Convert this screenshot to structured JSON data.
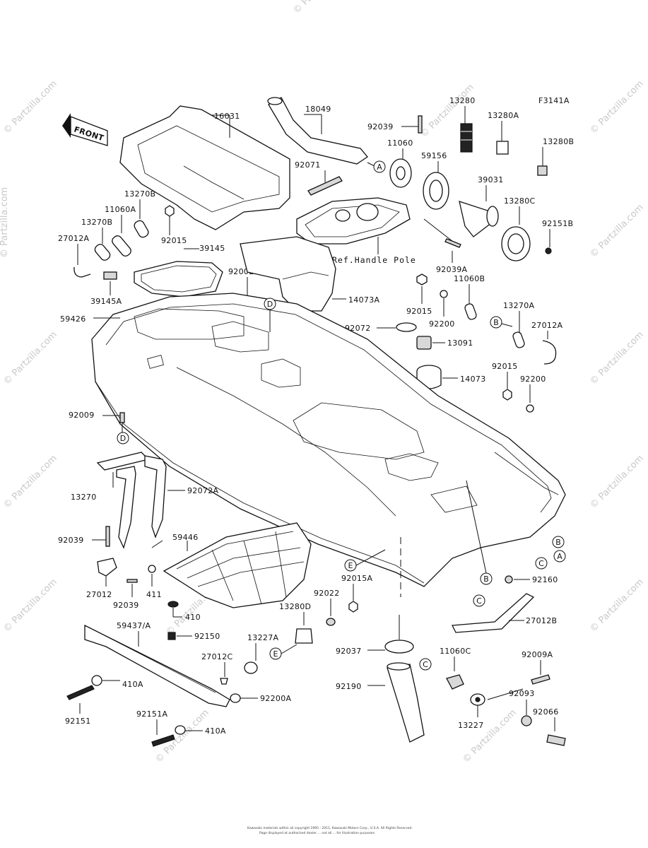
{
  "figure_code": "F3141A",
  "front_label": "FRONT",
  "ref_note": "Ref.Handle Pole",
  "watermark": "© Partzilla.com",
  "footer": "Kawasaki materials within ail copyright 1995 - 2011, Kawasaki Motors Corp., U.S.A.  All Rights Reserved.",
  "footer_2": "Page displayed at authorized dealer ... not all ... for illustration purposes",
  "callouts": [
    "A",
    "B",
    "C",
    "D",
    "E"
  ],
  "parts": {
    "p16031": "16031",
    "p18049": "18049",
    "p92039": "92039",
    "p13280": "13280",
    "p13280A": "13280A",
    "p13280B": "13280B",
    "p11060": "11060",
    "p59156": "59156",
    "p39031": "39031",
    "p13280C": "13280C",
    "p92151B": "92151B",
    "p92071": "92071",
    "p13270B": "13270B",
    "p11060A": "11060A",
    "p13270B_2": "13270B",
    "p27012A": "27012A",
    "p92015": "92015",
    "p39145": "39145",
    "p39145A": "39145A",
    "p92002": "92002",
    "p14073A": "14073A",
    "p92039A": "92039A",
    "p92015_b": "92015",
    "p11060B": "11060B",
    "p13270A": "13270A",
    "p27012A_b": "27012A",
    "p59426": "59426",
    "p92072": "92072",
    "p92200": "92200",
    "p13091": "13091",
    "p14073": "14073",
    "p92015_c": "92015",
    "p92200_b": "92200",
    "p92009": "92009",
    "p13270": "13270",
    "p92072A": "92072A",
    "p92039_b": "92039",
    "p59446": "59446",
    "p27012": "27012",
    "p411": "411",
    "p92039_c": "92039",
    "p410": "410",
    "p92015A": "92015A",
    "p92022": "92022",
    "p92160": "92160",
    "p13280D": "13280D",
    "p27012B": "27012B",
    "p59437A": "59437/A",
    "p92150": "92150",
    "p13227A": "13227A",
    "p27012C": "27012C",
    "p92037": "92037",
    "p11060C": "11060C",
    "p92009A": "92009A",
    "p410A": "410A",
    "p92200A": "92200A",
    "p92190": "92190",
    "p92093": "92093",
    "p92151": "92151",
    "p92151A": "92151A",
    "p410A_2": "410A",
    "p13227": "13227",
    "p92066": "92066"
  }
}
